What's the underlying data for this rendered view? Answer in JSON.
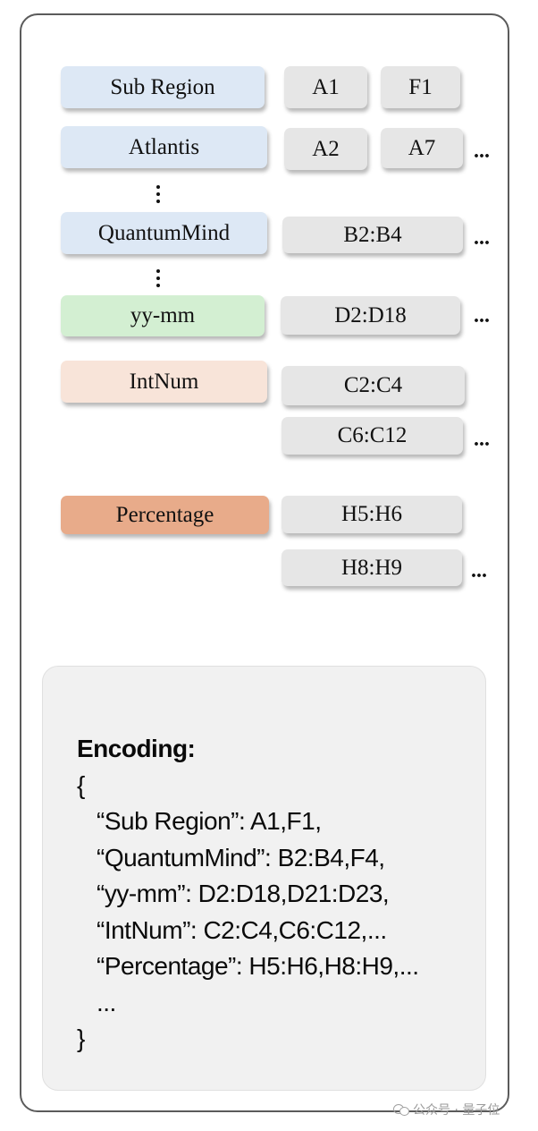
{
  "labels": {
    "sub_region": "Sub Region",
    "atlantis": "Atlantis",
    "quantummind": "QuantumMind",
    "yymm": "yy-mm",
    "intnum": "IntNum",
    "percentage": "Percentage"
  },
  "cells": {
    "a1": "A1",
    "f1": "F1",
    "a2": "A2",
    "a7": "A7",
    "b2b4": "B2:B4",
    "d2d18": "D2:D18",
    "c2c4": "C2:C4",
    "c6c12": "C6:C12",
    "h5h6": "H5:H6",
    "h8h9": "H8:H9"
  },
  "ellipsis": "...",
  "colors": {
    "blue": "#dde8f5",
    "green": "#d3efd2",
    "peach": "#f8e4d9",
    "orange": "#e8ab8a",
    "cell": "#e6e6e6"
  },
  "encoding": {
    "title": "Encoding:",
    "open": "{",
    "lines": [
      "“Sub Region”: A1,F1,",
      "“QuantumMind”: B2:B4,F4,",
      "“yy-mm”: D2:D18,D21:D23,",
      "“IntNum”: C2:C4,C6:C12,...",
      "“Percentage”: H5:H6,H8:H9,...",
      "..."
    ],
    "close": "}"
  },
  "watermark": "公众号 · 量子位"
}
